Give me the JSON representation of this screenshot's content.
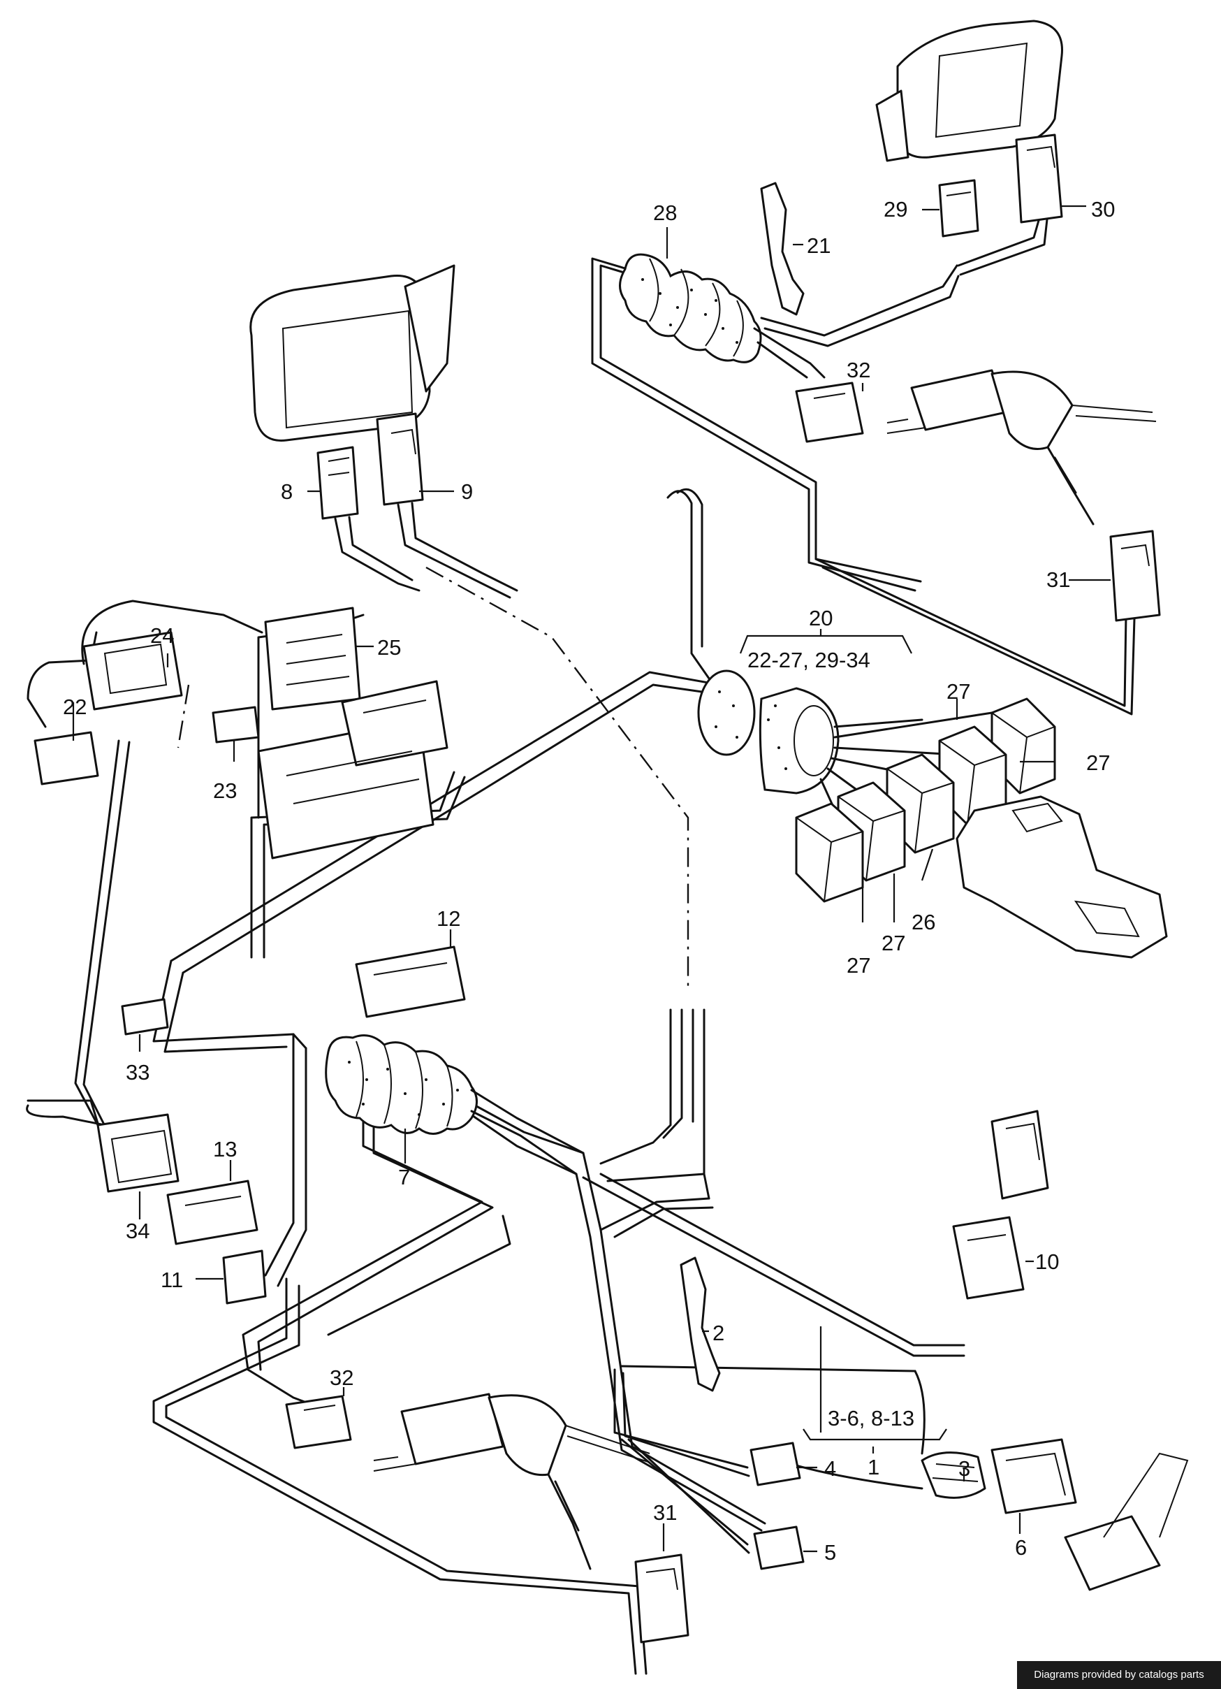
{
  "diagram": {
    "callouts": [
      {
        "id": "c1",
        "text": "1"
      },
      {
        "id": "c2",
        "text": "2"
      },
      {
        "id": "c3",
        "text": "3"
      },
      {
        "id": "c3613",
        "text": "3-6, 8-13"
      },
      {
        "id": "c4",
        "text": "4"
      },
      {
        "id": "c5",
        "text": "5"
      },
      {
        "id": "c6",
        "text": "6"
      },
      {
        "id": "c7",
        "text": "7"
      },
      {
        "id": "c8",
        "text": "8"
      },
      {
        "id": "c9",
        "text": "9"
      },
      {
        "id": "c10",
        "text": "10"
      },
      {
        "id": "c11",
        "text": "11"
      },
      {
        "id": "c12",
        "text": "12"
      },
      {
        "id": "c13",
        "text": "13"
      },
      {
        "id": "c20",
        "text": "20"
      },
      {
        "id": "c2234",
        "text": "22-27, 29-34"
      },
      {
        "id": "c21",
        "text": "21"
      },
      {
        "id": "c22",
        "text": "22"
      },
      {
        "id": "c23",
        "text": "23"
      },
      {
        "id": "c24",
        "text": "24"
      },
      {
        "id": "c25",
        "text": "25"
      },
      {
        "id": "c26",
        "text": "26"
      },
      {
        "id": "c27a",
        "text": "27"
      },
      {
        "id": "c27b",
        "text": "27"
      },
      {
        "id": "c27c",
        "text": "27"
      },
      {
        "id": "c27d",
        "text": "27"
      },
      {
        "id": "c28",
        "text": "28"
      },
      {
        "id": "c29",
        "text": "29"
      },
      {
        "id": "c30",
        "text": "30"
      },
      {
        "id": "c31a",
        "text": "31"
      },
      {
        "id": "c31b",
        "text": "31"
      },
      {
        "id": "c32a",
        "text": "32"
      },
      {
        "id": "c32b",
        "text": "32"
      },
      {
        "id": "c33",
        "text": "33"
      },
      {
        "id": "c34",
        "text": "34"
      }
    ]
  },
  "footer": {
    "credit": "Diagrams provided by catalogs parts"
  }
}
